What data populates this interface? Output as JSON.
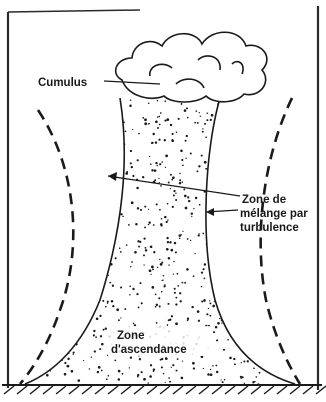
{
  "labels": {
    "cumulus": "Cumulus",
    "mixing_zone": [
      "Zone de",
      "mélange par",
      "turbulence"
    ],
    "updraft_zone": [
      "Zone",
      "d'ascendance"
    ]
  },
  "colors": {
    "ink": "#1a1a1a",
    "paper": "#ffffff",
    "border": "#2a2a2a"
  }
}
